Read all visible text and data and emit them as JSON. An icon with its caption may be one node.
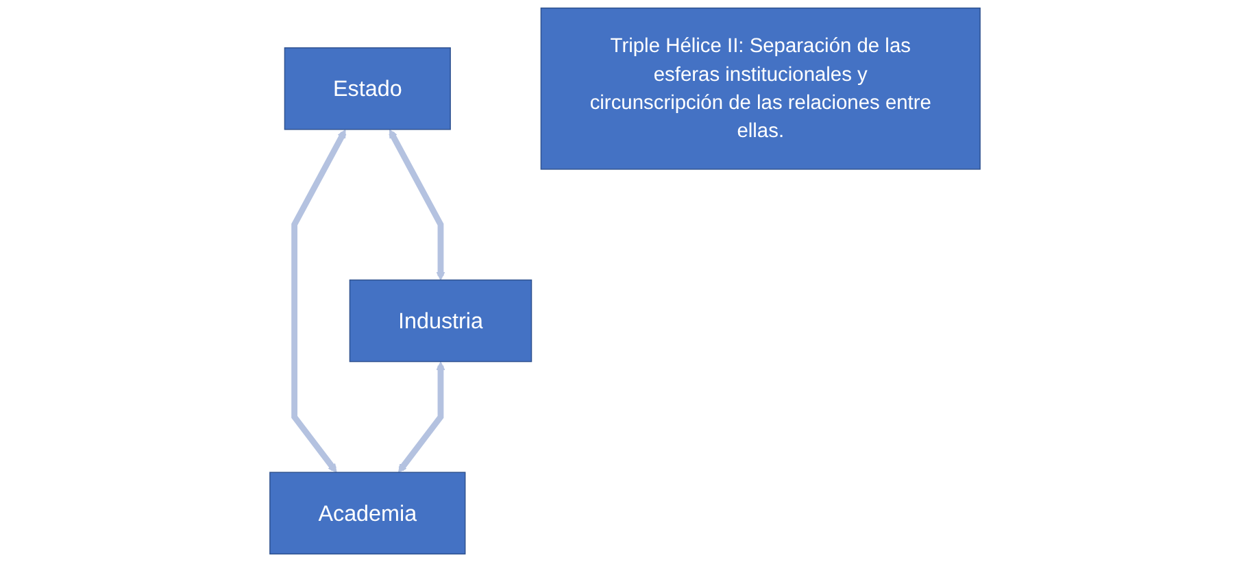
{
  "diagram": {
    "nodes": [
      {
        "text": [
          "Estado"
        ]
      },
      {
        "text": [
          "Triple Hélice II: Separación de las esferas institucionales y circunscripción de las relaciones entre ellas."
        ]
      },
      {
        "text": [
          "Industria"
        ]
      },
      {
        "text": [
          "Academia"
        ]
      }
    ],
    "edges": [
      {
        "from": 0,
        "to": 2,
        "arrow": "both"
      },
      {
        "from": 0,
        "to": 3,
        "arrow": "both"
      },
      {
        "from": 2,
        "to": 3,
        "arrow": "both"
      }
    ]
  }
}
